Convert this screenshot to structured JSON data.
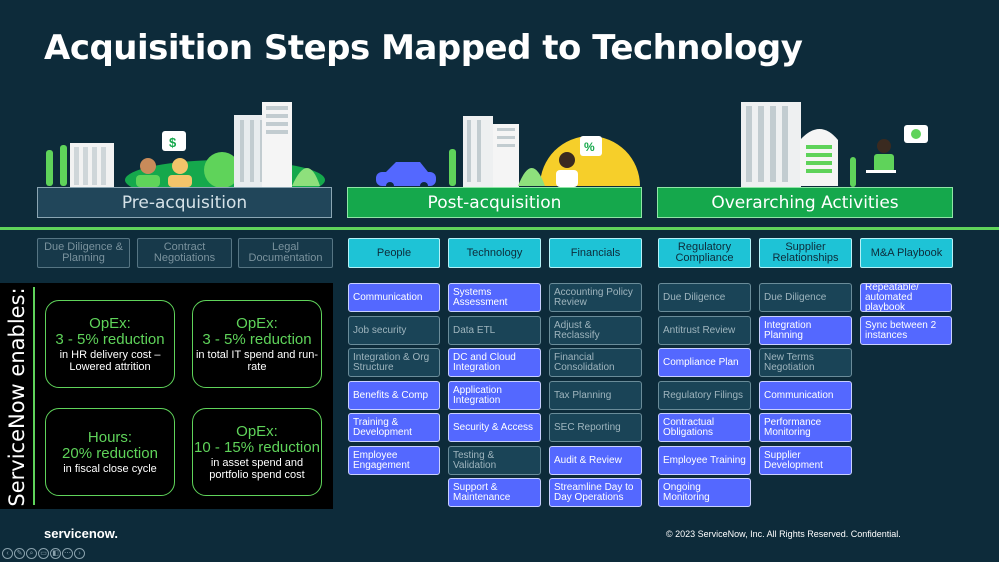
{
  "slide": {
    "title": "Acquisition Steps Mapped to Technology",
    "phases": [
      "Pre-acquisition",
      "Post-acquisition",
      "Overarching Activities"
    ],
    "vertical_label": "ServiceNow enables:",
    "logo_text": "servicenow.",
    "footer": "© 2023 ServiceNow, Inc. All Rights Reserved. Confidential."
  },
  "illustration": {
    "dollar_sign": "$",
    "percent_sign": "%"
  },
  "pre_columns": [
    "Due Diligence & Planning",
    "Contract Negotiations",
    "Legal Documentation"
  ],
  "columns": [
    {
      "header": "People",
      "items": [
        "Communication",
        "Job security",
        "Integration & Org Structure",
        "Benefits & Comp",
        "Training & Development",
        "Employee Engagement"
      ]
    },
    {
      "header": "Technology",
      "items": [
        "Systems Assessment",
        "Data ETL",
        "DC and Cloud Integration",
        "Application Integration",
        "Security & Access",
        "Testing & Validation",
        "Support & Maintenance"
      ]
    },
    {
      "header": "Financials",
      "items": [
        "Accounting Policy Review",
        "Adjust & Reclassify",
        "Financial Consolidation",
        "Tax Planning",
        "SEC Reporting",
        "Audit & Review",
        "Streamline Day to Day Operations"
      ]
    },
    {
      "header": "Regulatory Compliance",
      "items": [
        "Due Diligence",
        "Antitrust Review",
        "Compliance Plan",
        "Regulatory Filings",
        "Contractual Obligations",
        "Employee Training",
        "Ongoing Monitoring"
      ]
    },
    {
      "header": "Supplier Relationships",
      "items": [
        "Due Diligence",
        "Integration Planning",
        "New Terms Negotiation",
        "Communication",
        "Performance Monitoring",
        "Supplier Development"
      ]
    },
    {
      "header": "M&A Playbook",
      "items": [
        "Repeatable/ automated playbook",
        "Sync between 2 instances"
      ]
    }
  ],
  "metrics": [
    {
      "line1": "OpEx:",
      "line2": "3 - 5% reduction",
      "line3": "in HR delivery cost – Lowered attrition"
    },
    {
      "line1": "OpEx:",
      "line2": "3 - 5% reduction",
      "line3": "in total IT spend and run-rate"
    },
    {
      "line1": "Hours:",
      "line2": "20% reduction",
      "line3": "in fiscal close cycle"
    },
    {
      "line1": "OpEx:",
      "line2": "10 - 15% reduction",
      "line3": "in asset spend and portfolio spend cost"
    }
  ],
  "toolbar_icons": [
    "back-icon",
    "pen-icon",
    "zoom-icon",
    "captions-icon",
    "screen-icon",
    "more-icon",
    "forward-icon"
  ]
}
